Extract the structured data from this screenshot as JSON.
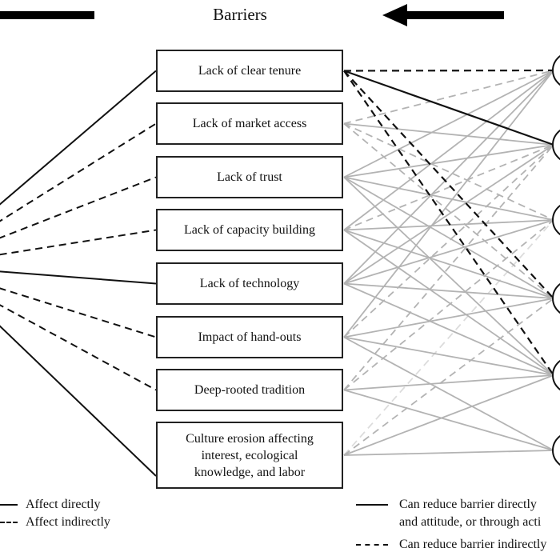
{
  "header": {
    "title": "Barriers"
  },
  "barriers": [
    {
      "label": "Lack of clear tenure",
      "left_link": "direct"
    },
    {
      "label": "Lack of market access",
      "left_link": "indirect"
    },
    {
      "label": "Lack of trust",
      "left_link": "indirect"
    },
    {
      "label": "Lack of capacity building",
      "left_link": "indirect"
    },
    {
      "label": "Lack of technology",
      "left_link": "direct"
    },
    {
      "label": "Impact of hand-outs",
      "left_link": "indirect"
    },
    {
      "label": "Deep-rooted tradition",
      "left_link": "indirect"
    },
    {
      "label": "Culture erosion affecting interest, ecological knowledge, and labor",
      "left_link": "direct"
    }
  ],
  "right_nodes": 6,
  "right_links": [
    {
      "from": 0,
      "to": 0,
      "type": "dashed",
      "emphasis": "dark"
    },
    {
      "from": 0,
      "to": 1,
      "type": "solid",
      "emphasis": "dark"
    },
    {
      "from": 0,
      "to": 3,
      "type": "dashed",
      "emphasis": "dark"
    },
    {
      "from": 0,
      "to": 4,
      "type": "dashed",
      "emphasis": "dark"
    },
    {
      "from": 1,
      "to": 0,
      "type": "dashed",
      "emphasis": "light"
    },
    {
      "from": 1,
      "to": 1,
      "type": "solid",
      "emphasis": "light"
    },
    {
      "from": 1,
      "to": 2,
      "type": "dashed",
      "emphasis": "light"
    },
    {
      "from": 1,
      "to": 3,
      "type": "dashed",
      "emphasis": "light"
    },
    {
      "from": 2,
      "to": 0,
      "type": "solid",
      "emphasis": "light"
    },
    {
      "from": 2,
      "to": 1,
      "type": "solid",
      "emphasis": "light"
    },
    {
      "from": 2,
      "to": 2,
      "type": "solid",
      "emphasis": "light"
    },
    {
      "from": 2,
      "to": 3,
      "type": "solid",
      "emphasis": "light"
    },
    {
      "from": 2,
      "to": 4,
      "type": "solid",
      "emphasis": "light"
    },
    {
      "from": 3,
      "to": 0,
      "type": "solid",
      "emphasis": "light"
    },
    {
      "from": 3,
      "to": 1,
      "type": "dashed",
      "emphasis": "light"
    },
    {
      "from": 3,
      "to": 2,
      "type": "solid",
      "emphasis": "light"
    },
    {
      "from": 3,
      "to": 3,
      "type": "solid",
      "emphasis": "light"
    },
    {
      "from": 3,
      "to": 4,
      "type": "solid",
      "emphasis": "light"
    },
    {
      "from": 4,
      "to": 0,
      "type": "solid",
      "emphasis": "light"
    },
    {
      "from": 4,
      "to": 1,
      "type": "solid",
      "emphasis": "light"
    },
    {
      "from": 4,
      "to": 2,
      "type": "solid",
      "emphasis": "light"
    },
    {
      "from": 4,
      "to": 3,
      "type": "solid",
      "emphasis": "light"
    },
    {
      "from": 4,
      "to": 4,
      "type": "solid",
      "emphasis": "light"
    },
    {
      "from": 5,
      "to": 0,
      "type": "solid",
      "emphasis": "light"
    },
    {
      "from": 5,
      "to": 1,
      "type": "dashed",
      "emphasis": "light"
    },
    {
      "from": 5,
      "to": 3,
      "type": "solid",
      "emphasis": "light"
    },
    {
      "from": 5,
      "to": 4,
      "type": "solid",
      "emphasis": "light"
    },
    {
      "from": 5,
      "to": 5,
      "type": "solid",
      "emphasis": "light"
    },
    {
      "from": 6,
      "to": 1,
      "type": "dashed",
      "emphasis": "light"
    },
    {
      "from": 6,
      "to": 2,
      "type": "dashed",
      "emphasis": "light"
    },
    {
      "from": 6,
      "to": 4,
      "type": "solid",
      "emphasis": "light"
    },
    {
      "from": 6,
      "to": 5,
      "type": "solid",
      "emphasis": "light"
    },
    {
      "from": 7,
      "to": 2,
      "type": "dashed",
      "emphasis": "faint"
    },
    {
      "from": 7,
      "to": 3,
      "type": "dashed",
      "emphasis": "light"
    },
    {
      "from": 7,
      "to": 4,
      "type": "solid",
      "emphasis": "light"
    },
    {
      "from": 7,
      "to": 5,
      "type": "solid",
      "emphasis": "light"
    }
  ],
  "legend_left": [
    {
      "style": "solid",
      "label": "Affect directly"
    },
    {
      "style": "dashed",
      "label": "Affect indirectly"
    }
  ],
  "legend_right": [
    {
      "style": "solid",
      "label": "Can  reduce barrier directly",
      "label2": "and attitude, or through acti"
    },
    {
      "style": "dashed",
      "label": "Can reduce barrier indirectly"
    }
  ],
  "colors": {
    "dark": "#111111",
    "light": "#b3b3b3",
    "faint": "#dcdcdc"
  }
}
